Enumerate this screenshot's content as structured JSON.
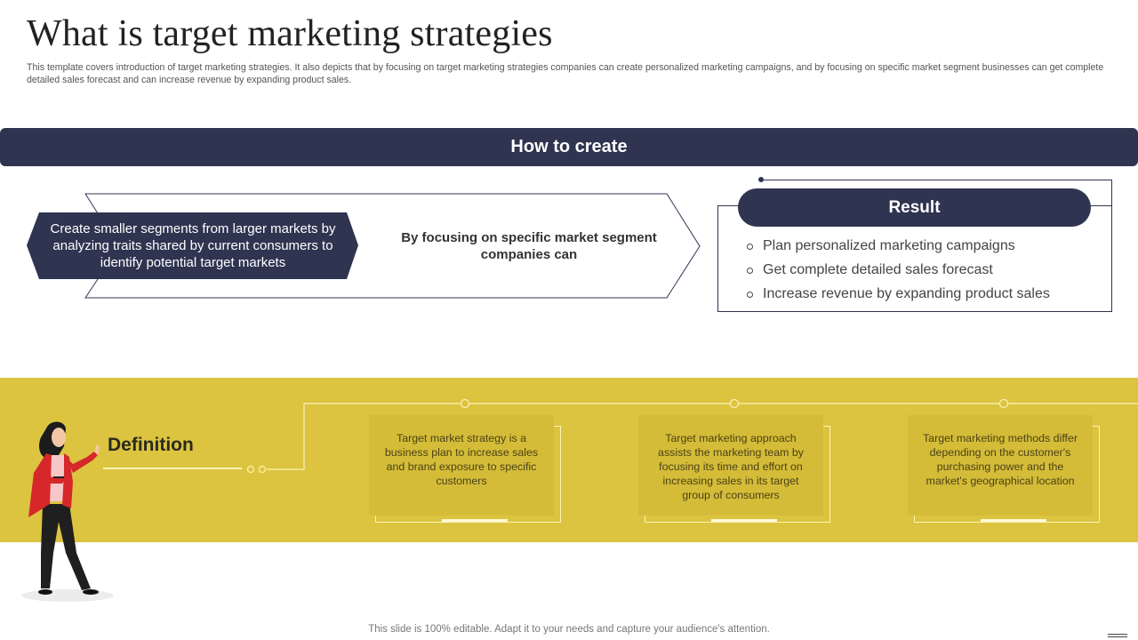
{
  "header": {
    "title": "What is target marketing strategies",
    "subtitle": "This template covers introduction of target marketing strategies. It also depicts that by focusing on target marketing strategies companies can create personalized marketing campaigns, and by focusing on specific market segment businesses can get complete detailed sales forecast and can increase revenue by expanding product sales."
  },
  "how_to_create": {
    "banner_label": "How to create",
    "step_text": "Create smaller segments from larger markets by analyzing traits shared by current consumers to identify potential target markets",
    "arrow_text": "By focusing on specific market segment companies can"
  },
  "result": {
    "title": "Result",
    "items": [
      {
        "label": "Plan personalized marketing campaigns"
      },
      {
        "label": "Get complete detailed sales forecast"
      },
      {
        "label": "Increase revenue by expanding product sales"
      }
    ]
  },
  "definition": {
    "label": "Definition",
    "cards": [
      {
        "text": "Target market strategy is a business plan to increase sales and brand exposure to specific customers"
      },
      {
        "text": "Target marketing approach assists the marketing team by focusing its time and effort on increasing sales in its target group of consumers"
      },
      {
        "text": "Target marketing methods differ depending on the customer's purchasing power and the market's geographical location"
      }
    ]
  },
  "footer": {
    "note": "This slide is 100% editable. Adapt it to your needs and capture your audience's attention."
  },
  "colors": {
    "navy": "#2f3450",
    "yellow": "#dcc440",
    "card": "#d4bc38",
    "line": "#fbf3b7"
  }
}
